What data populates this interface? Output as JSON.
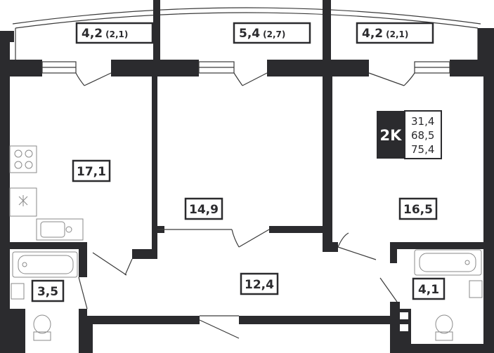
{
  "plan": {
    "rooms": {
      "balcony_left": {
        "area": "4,2",
        "reduced": "(2,1)"
      },
      "balcony_middle": {
        "area": "5,4",
        "reduced": "(2,7)"
      },
      "balcony_right": {
        "area": "4,2",
        "reduced": "(2,1)"
      },
      "kitchen": {
        "area": "17,1"
      },
      "room_middle": {
        "area": "14,9"
      },
      "room_right": {
        "area": "16,5"
      },
      "hall": {
        "area": "12,4"
      },
      "bathroom_left": {
        "area": "3,5"
      },
      "bathroom_right": {
        "area": "4,1"
      }
    },
    "summary": {
      "type": "2K",
      "living_area": "31,4",
      "total_area": "68,5",
      "total_with_balconies": "75,4"
    }
  }
}
